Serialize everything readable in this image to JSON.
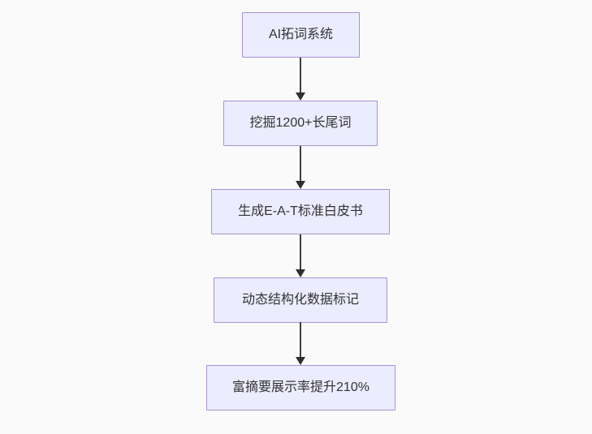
{
  "diagram": {
    "type": "flowchart",
    "direction": "top-down",
    "nodes": [
      {
        "id": "step-1",
        "label": "AI拓词系统"
      },
      {
        "id": "step-2",
        "label": "挖掘1200+长尾词"
      },
      {
        "id": "step-3",
        "label": "生成E-A-T标准白皮书"
      },
      {
        "id": "step-4",
        "label": "动态结构化数据标记"
      },
      {
        "id": "step-5",
        "label": "富摘要展示率提升210%"
      }
    ],
    "edges": [
      {
        "from": "step-1",
        "to": "step-2"
      },
      {
        "from": "step-2",
        "to": "step-3"
      },
      {
        "from": "step-3",
        "to": "step-4"
      },
      {
        "from": "step-4",
        "to": "step-5"
      }
    ],
    "colors": {
      "background": "#fafafa",
      "node_fill": "#ececff",
      "node_border": "#aa8fd8",
      "arrow": "#3f3f3f",
      "text": "#333333"
    }
  }
}
